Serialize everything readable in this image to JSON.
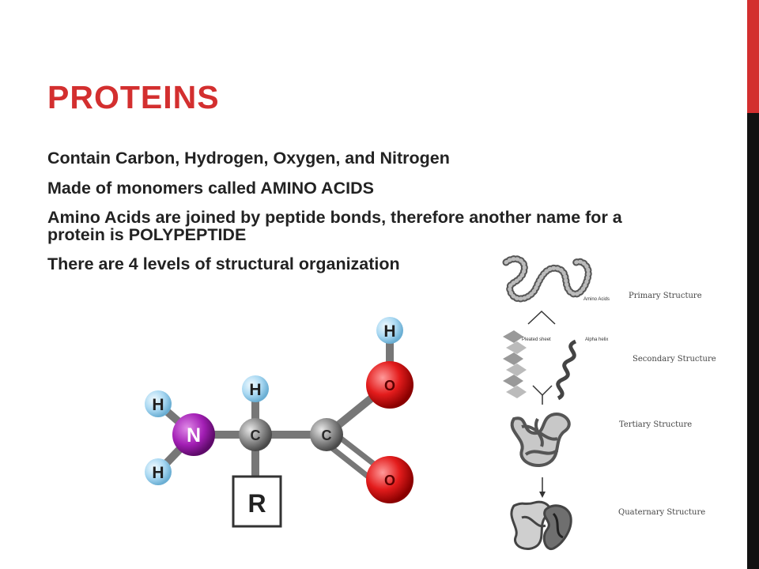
{
  "slide": {
    "title": "PROTEINS",
    "bullets": [
      "Contain Carbon, Hydrogen, Oxygen, and Nitrogen",
      "Made of monomers called AMINO ACIDS",
      "Amino Acids are joined by peptide bonds, therefore another name for a protein is POLYPEPTIDE",
      "There are 4 levels of structural organization"
    ]
  },
  "molecule": {
    "atoms": {
      "n": "N",
      "c_alpha": "C",
      "c_carboxyl": "C",
      "o_hydroxyl": "O",
      "o_double": "O",
      "h_n_top": "H",
      "h_n_bottom": "H",
      "h_alpha": "H",
      "h_hydroxyl": "H",
      "r_group": "R"
    }
  },
  "structure_levels": {
    "primary": "Primary Structure",
    "secondary": "Secondary Structure",
    "tertiary": "Tertiary Structure",
    "quaternary": "Quaternary Structure",
    "amino_acids": "Amino Acids",
    "pleated_sheet": "Pleated sheet",
    "alpha_helix": "Alpha helix"
  },
  "colors": {
    "accent_red": "#d32f2f",
    "side_black": "#111111",
    "nitrogen": "#a31fb5",
    "oxygen": "#e31c1c",
    "carbon": "#8f8f8f",
    "hydrogen": "#a9d8f2"
  }
}
